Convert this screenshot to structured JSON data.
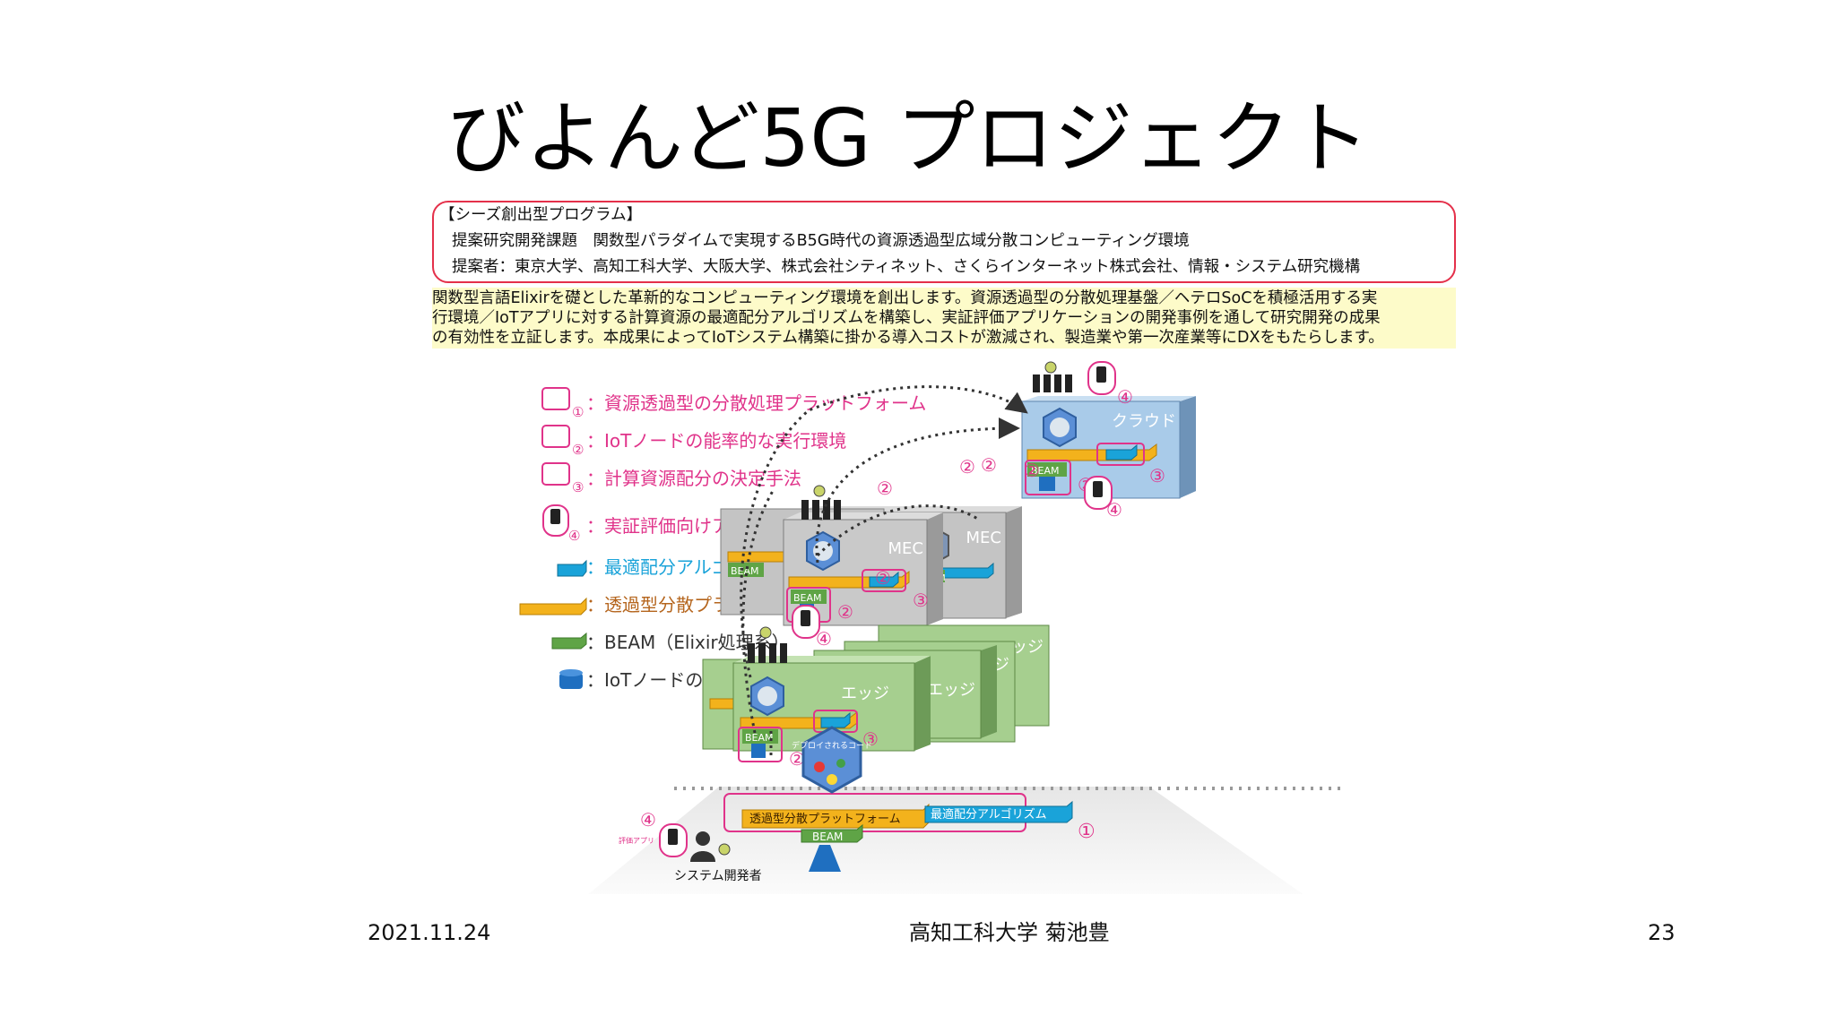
{
  "slide": {
    "title": "びよんど5G プロジェクト",
    "program": {
      "heading": "【シーズ創出型プログラム】",
      "topic": "提案研究開発課題　関数型パラダイムで実現するB5G時代の資源透過型広域分散コンピューティング環境",
      "proposers": "提案者：東京大学、高知工科大学、大阪大学、株式会社シティネット、さくらインターネット株式会社、情報・システム研究機構"
    },
    "summary_lines": [
      "関数型言語Elixirを礎とした革新的なコンピューティング環境を創出します。資源透過型の分散処理基盤／ヘテロSoCを積極活用する実",
      "行環境／IoTアプリに対する計算資源の最適配分アルゴリズムを構築し、実証評価アプリケーションの開発事例を通して研究開発の成果",
      "の有効性を立証します。本成果によってIoTシステム構築に掛かる導入コストが激減され、製造業や第一次産業等にDXをもたらします。"
    ],
    "footer": {
      "date": "2021.11.24",
      "author": "高知工科大学 菊池豊",
      "page": "23"
    }
  },
  "diagram": {
    "legend": [
      {
        "marker": "①",
        "text": "：資源透過型の分散処理プラットフォーム",
        "color": "#e0338a"
      },
      {
        "marker": "②",
        "text": "：IoTノードの能率的な実行環境",
        "color": "#e0338a"
      },
      {
        "marker": "③",
        "text": "：計算資源配分の決定手法",
        "color": "#e0338a"
      },
      {
        "marker": "④",
        "text": "：実証評価向けアプリケーション",
        "color": "#e0338a"
      },
      {
        "marker": "",
        "text": "：最適配分アルゴリズム",
        "color": "#1aa3d9"
      },
      {
        "marker": "",
        "text": "：透過型分散プラットフォーム",
        "color": "#b5651d"
      },
      {
        "marker": "",
        "text": "：BEAM（Elixir処理系）",
        "color": "#333333"
      },
      {
        "marker": "",
        "text": "：IoTノードの計算資源",
        "color": "#333333"
      }
    ],
    "tiers": {
      "cloud": "クラウド",
      "mec": "MEC",
      "edge": "エッジ"
    },
    "beam": "BEAM",
    "app_badge": "評価アプリ",
    "deploy_code": "デプロイされるコード",
    "platform_bar": "透過型分散プラットフォーム",
    "algorithm_bar": "最適配分アルゴリズム",
    "developer": "システム開発者",
    "num1": "①",
    "num2": "②",
    "num3": "③",
    "num4": "④",
    "colors": {
      "magenta": "#e0338a",
      "cyan": "#1aa3d9",
      "orange": "#f3b21c",
      "green": "#5fa446",
      "blue": "#1f6fc0",
      "cloud_fill": "#a9cbe9",
      "mec_fill": "#c4c4c4",
      "edge_fill": "#a6cf8f"
    }
  }
}
